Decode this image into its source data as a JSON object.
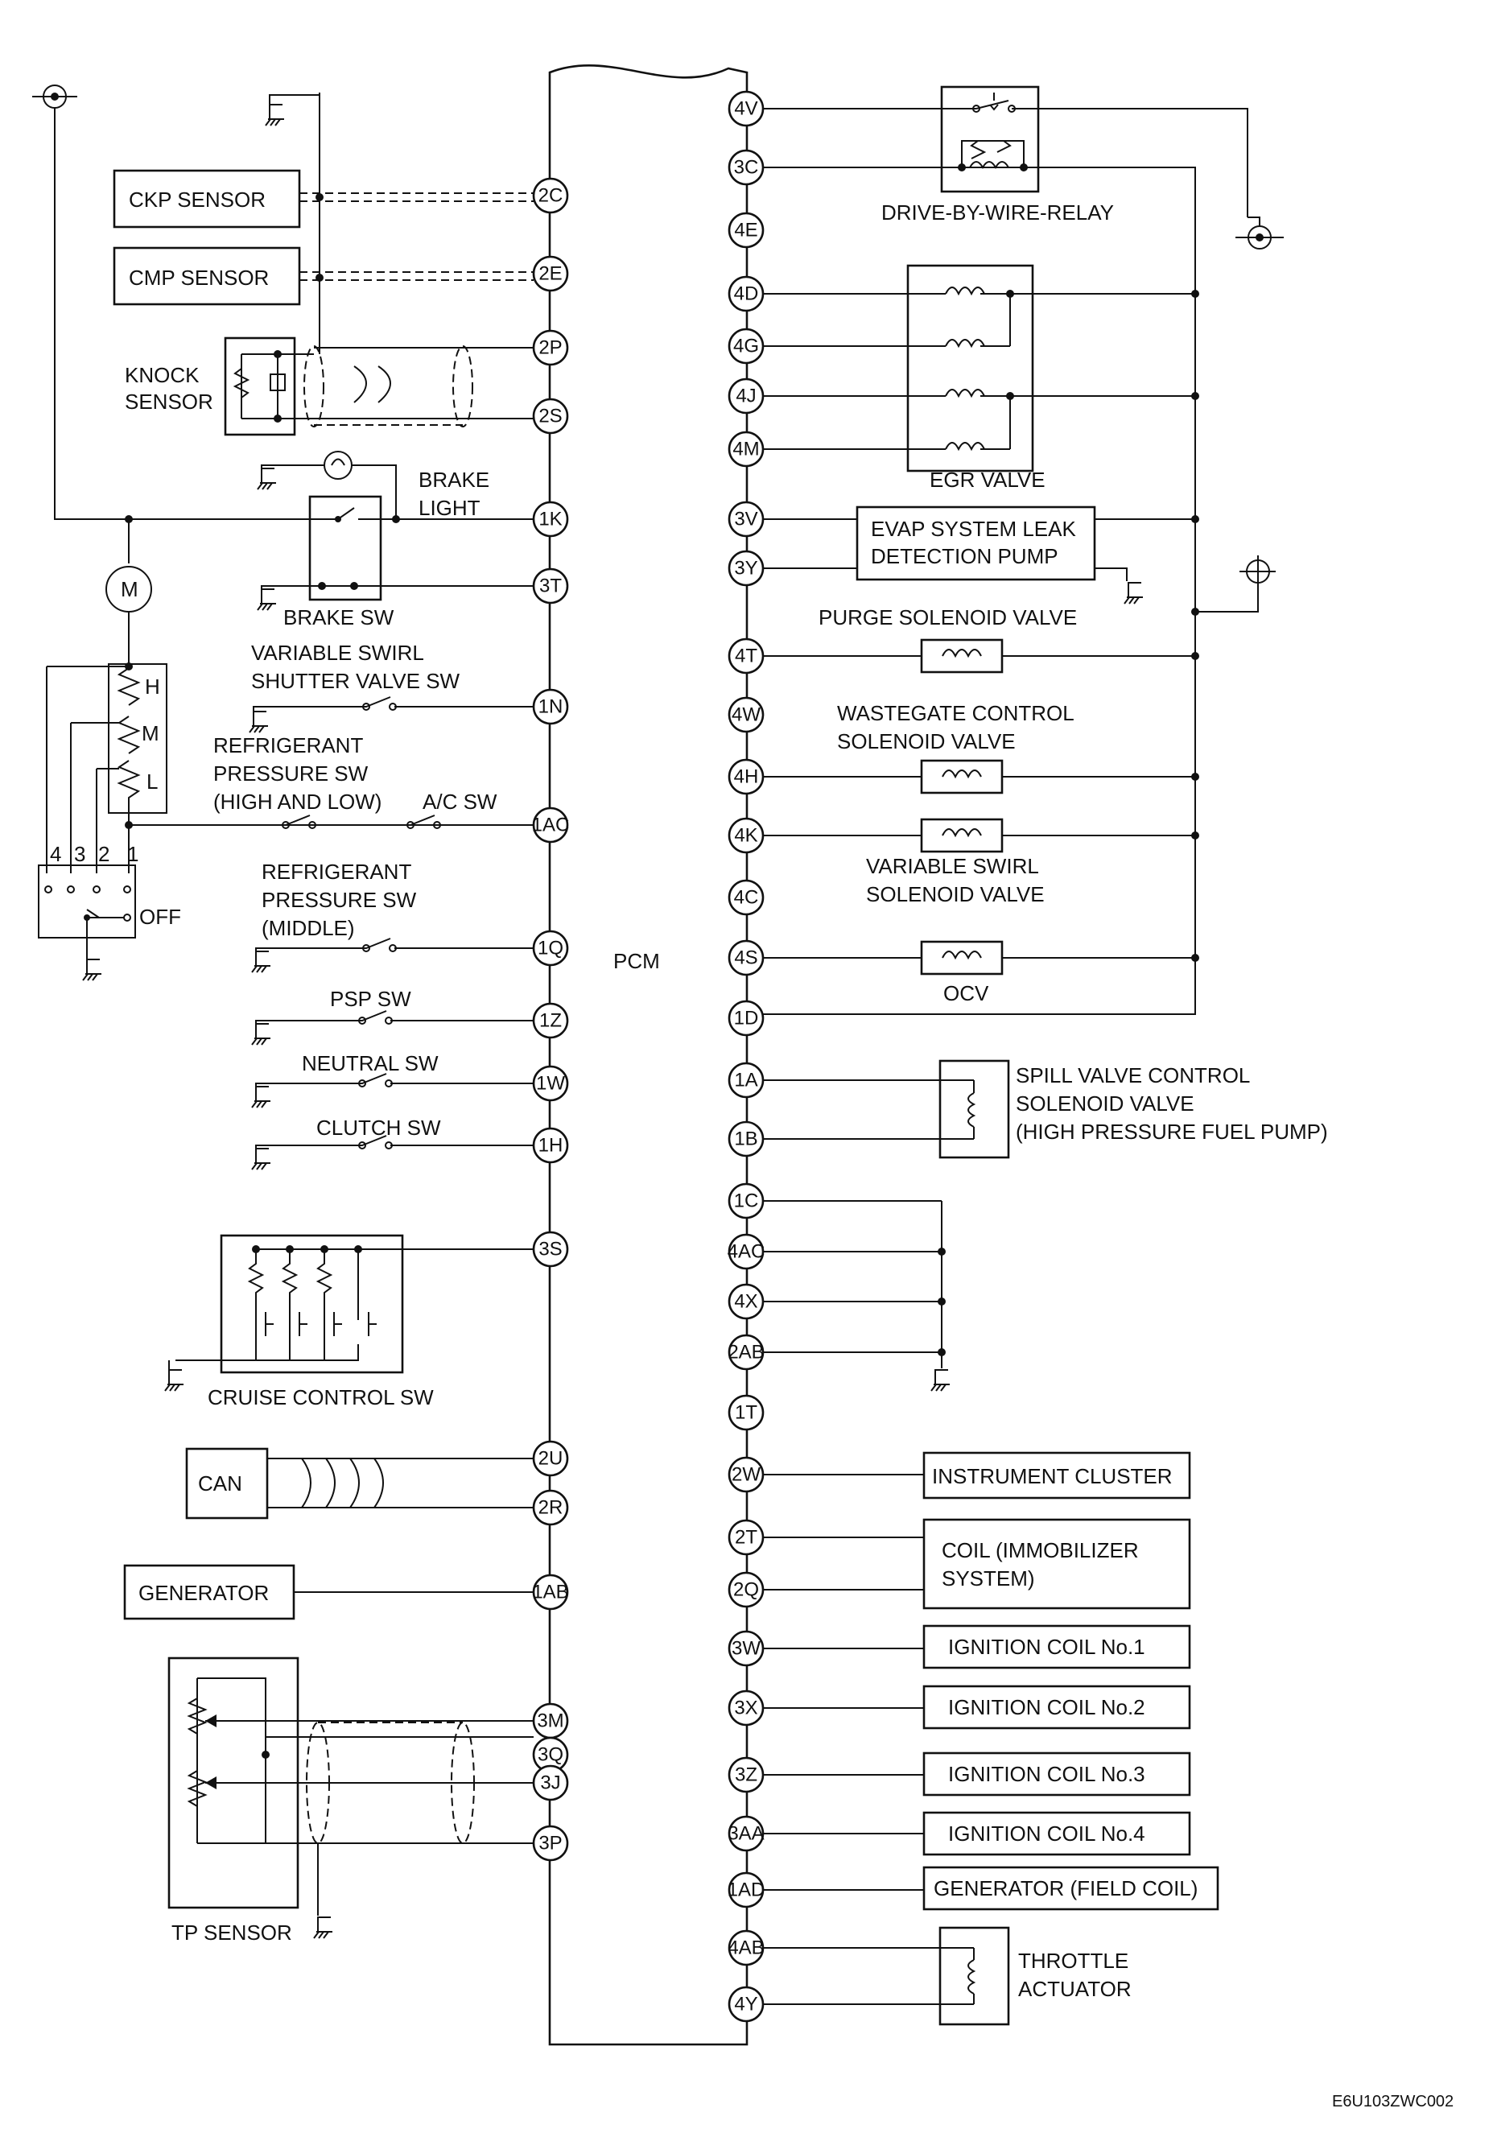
{
  "pcm_label": "PCM",
  "figure_code": "E6U103ZWC002",
  "left_pins": [
    "2C",
    "2E",
    "2P",
    "2S",
    "1K",
    "3T",
    "1N",
    "1AC",
    "1Q",
    "1Z",
    "1W",
    "1H",
    "3S",
    "2U",
    "2R",
    "1AB",
    "3M",
    "3Q",
    "3J",
    "3P"
  ],
  "right_pins": [
    "4V",
    "3C",
    "4E",
    "4D",
    "4G",
    "4J",
    "4M",
    "3V",
    "3Y",
    "4T",
    "4W",
    "4H",
    "4K",
    "4C",
    "4S",
    "1D",
    "1A",
    "1B",
    "1C",
    "4AC",
    "4X",
    "2AB",
    "1T",
    "2W",
    "2T",
    "2Q",
    "3W",
    "3X",
    "3Z",
    "3AA",
    "1AD",
    "4AB",
    "4Y"
  ],
  "left_components": {
    "ckp_sensor": "CKP SENSOR",
    "cmp_sensor": "CMP SENSOR",
    "knock_sensor_1": "KNOCK",
    "knock_sensor_2": "SENSOR",
    "brake_light_1": "BRAKE",
    "brake_light_2": "LIGHT",
    "brake_sw": "BRAKE SW",
    "motor": "M",
    "pot_h": "H",
    "pot_m": "M",
    "pot_l": "L",
    "switch_positions": [
      "4",
      "3",
      "2",
      "1"
    ],
    "switch_off": "OFF",
    "vsv_sw_1": "VARIABLE SWIRL",
    "vsv_sw_2": "SHUTTER VALVE SW",
    "refr_hl_1": "REFRIGERANT",
    "refr_hl_2": "PRESSURE SW",
    "refr_hl_3": "(HIGH AND LOW)",
    "ac_sw": "A/C SW",
    "refr_mid_1": "REFRIGERANT",
    "refr_mid_2": "PRESSURE SW",
    "refr_mid_3": "(MIDDLE)",
    "psp_sw": "PSP SW",
    "neutral_sw": "NEUTRAL SW",
    "clutch_sw": "CLUTCH SW",
    "cruise_sw": "CRUISE CONTROL SW",
    "can": "CAN",
    "generator": "GENERATOR",
    "tp_sensor": "TP SENSOR"
  },
  "right_components": {
    "dbw_relay": "DRIVE-BY-WIRE-RELAY",
    "egr_valve": "EGR VALVE",
    "evap_1": "EVAP SYSTEM LEAK",
    "evap_2": "DETECTION PUMP",
    "purge": "PURGE SOLENOID VALVE",
    "wastegate_1": "WASTEGATE CONTROL",
    "wastegate_2": "SOLENOID VALVE",
    "vs_sol_1": "VARIABLE SWIRL",
    "vs_sol_2": "SOLENOID VALVE",
    "ocv": "OCV",
    "spill_1": "SPILL VALVE CONTROL",
    "spill_2": "SOLENOID VALVE",
    "spill_3": "(HIGH PRESSURE FUEL PUMP)",
    "instrument_cluster": "INSTRUMENT CLUSTER",
    "immob_1": "COIL (IMMOBILIZER",
    "immob_2": "SYSTEM)",
    "ign1": "IGNITION COIL No.1",
    "ign2": "IGNITION COIL No.2",
    "ign3": "IGNITION COIL No.3",
    "ign4": "IGNITION COIL No.4",
    "gen_field": "GENERATOR (FIELD COIL)",
    "throttle_1": "THROTTLE",
    "throttle_2": "ACTUATOR"
  }
}
